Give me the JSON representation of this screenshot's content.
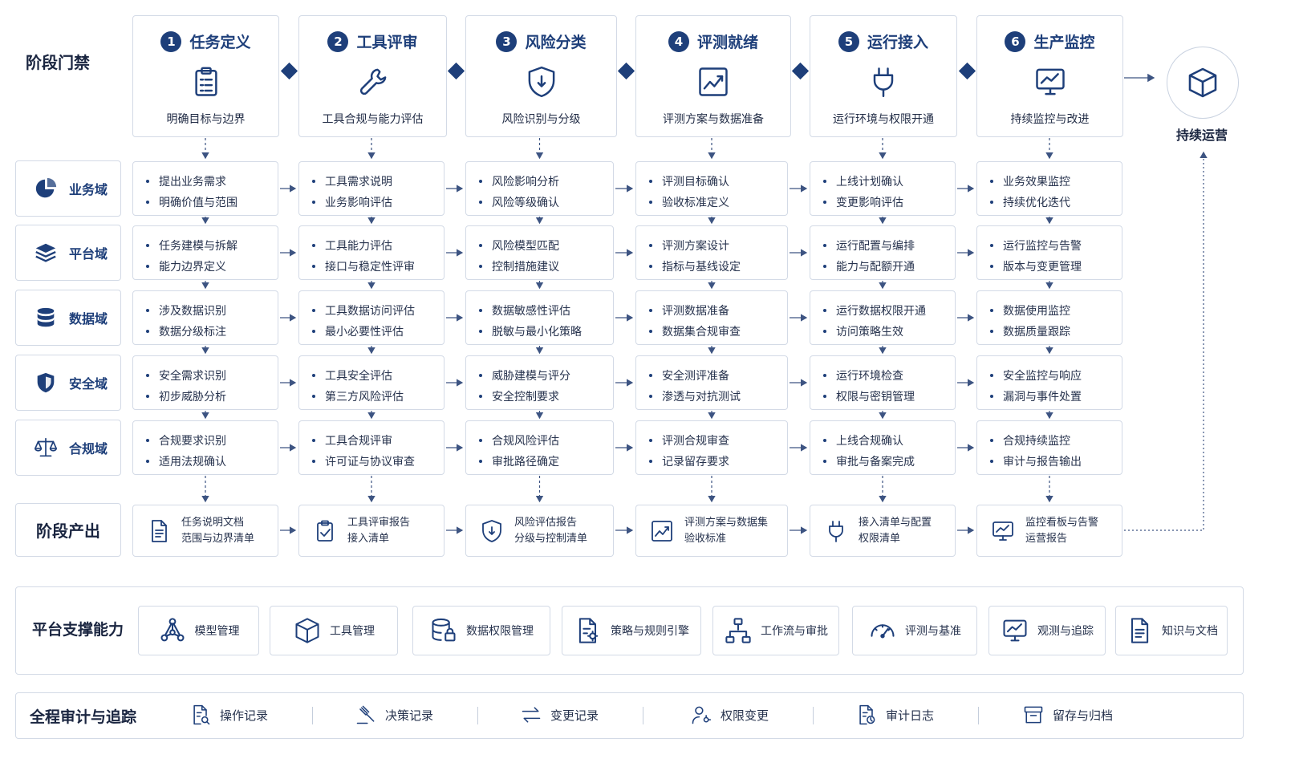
{
  "gate": {
    "label": "阶段门禁"
  },
  "stages": [
    {
      "num": "1",
      "title": "任务定义",
      "sub": "明确目标与边界",
      "icon": "clipboard-icon"
    },
    {
      "num": "2",
      "title": "工具评审",
      "sub": "工具合规与能力评估",
      "icon": "wrench-icon"
    },
    {
      "num": "3",
      "title": "风险分类",
      "sub": "风险识别与分级",
      "icon": "shield-icon"
    },
    {
      "num": "4",
      "title": "评测就绪",
      "sub": "评测方案与数据准备",
      "icon": "chart-icon"
    },
    {
      "num": "5",
      "title": "运行接入",
      "sub": "运行环境与权限开通",
      "icon": "plug-icon"
    },
    {
      "num": "6",
      "title": "生产监控",
      "sub": "持续监控与改进",
      "icon": "monitor-icon"
    }
  ],
  "ops": {
    "label": "持续运营",
    "icon": "cube-icon"
  },
  "domains": [
    {
      "label": "业务域",
      "icon": "pie-icon",
      "cells": [
        [
          "提出业务需求",
          "明确价值与范围"
        ],
        [
          "工具需求说明",
          "业务影响评估"
        ],
        [
          "风险影响分析",
          "风险等级确认"
        ],
        [
          "评测目标确认",
          "验收标准定义"
        ],
        [
          "上线计划确认",
          "变更影响评估"
        ],
        [
          "业务效果监控",
          "持续优化迭代"
        ]
      ]
    },
    {
      "label": "平台域",
      "icon": "layers-icon",
      "cells": [
        [
          "任务建模与拆解",
          "能力边界定义"
        ],
        [
          "工具能力评估",
          "接口与稳定性评审"
        ],
        [
          "风险模型匹配",
          "控制措施建议"
        ],
        [
          "评测方案设计",
          "指标与基线设定"
        ],
        [
          "运行配置与编排",
          "能力与配额开通"
        ],
        [
          "运行监控与告警",
          "版本与变更管理"
        ]
      ]
    },
    {
      "label": "数据域",
      "icon": "database-icon",
      "cells": [
        [
          "涉及数据识别",
          "数据分级标注"
        ],
        [
          "工具数据访问评估",
          "最小必要性评估"
        ],
        [
          "数据敏感性评估",
          "脱敏与最小化策略"
        ],
        [
          "评测数据准备",
          "数据集合规审查"
        ],
        [
          "运行数据权限开通",
          "访问策略生效"
        ],
        [
          "数据使用监控",
          "数据质量跟踪"
        ]
      ]
    },
    {
      "label": "安全域",
      "icon": "security-shield-icon",
      "cells": [
        [
          "安全需求识别",
          "初步威胁分析"
        ],
        [
          "工具安全评估",
          "第三方风险评估"
        ],
        [
          "威胁建模与评分",
          "安全控制要求"
        ],
        [
          "安全测评准备",
          "渗透与对抗测试"
        ],
        [
          "运行环境检查",
          "权限与密钥管理"
        ],
        [
          "安全监控与响应",
          "漏洞与事件处置"
        ]
      ]
    },
    {
      "label": "合规域",
      "icon": "scales-icon",
      "cells": [
        [
          "合规要求识别",
          "适用法规确认"
        ],
        [
          "工具合规评审",
          "许可证与协议审查"
        ],
        [
          "合规风险评估",
          "审批路径确定"
        ],
        [
          "评测合规审查",
          "记录留存要求"
        ],
        [
          "上线合规确认",
          "审批与备案完成"
        ],
        [
          "合规持续监控",
          "审计与报告输出"
        ]
      ]
    }
  ],
  "outputs": {
    "label": "阶段产出",
    "items": [
      {
        "l1": "任务说明文档",
        "l2": "范围与边界清单",
        "icon": "document-icon"
      },
      {
        "l1": "工具评审报告",
        "l2": "接入清单",
        "icon": "clipboard-check-icon"
      },
      {
        "l1": "风险评估报告",
        "l2": "分级与控制清单",
        "icon": "shield-icon"
      },
      {
        "l1": "评测方案与数据集",
        "l2": "验收标准",
        "icon": "chart-icon"
      },
      {
        "l1": "接入清单与配置",
        "l2": "权限清单",
        "icon": "plug-icon"
      },
      {
        "l1": "监控看板与告警",
        "l2": "运营报告",
        "icon": "monitor-icon"
      }
    ]
  },
  "platform": {
    "label": "平台支撑能力",
    "items": [
      {
        "label": "模型管理",
        "icon": "model-icon"
      },
      {
        "label": "工具管理",
        "icon": "cube-icon"
      },
      {
        "label": "数据权限管理",
        "icon": "database-lock-icon"
      },
      {
        "label": "策略与规则引擎",
        "icon": "policy-icon"
      },
      {
        "label": "工作流与审批",
        "icon": "workflow-icon"
      },
      {
        "label": "评测与基准",
        "icon": "gauge-icon"
      },
      {
        "label": "观测与追踪",
        "icon": "monitor-icon"
      },
      {
        "label": "知识与文档",
        "icon": "document-icon"
      }
    ]
  },
  "audit": {
    "label": "全程审计与追踪",
    "items": [
      {
        "label": "操作记录",
        "icon": "doc-search-icon"
      },
      {
        "label": "决策记录",
        "icon": "gavel-icon"
      },
      {
        "label": "变更记录",
        "icon": "swap-icon"
      },
      {
        "label": "权限变更",
        "icon": "user-key-icon"
      },
      {
        "label": "审计日志",
        "icon": "log-icon"
      },
      {
        "label": "留存与归档",
        "icon": "archive-icon"
      }
    ]
  },
  "colors": {
    "primary": "#1e3f7a",
    "border": "#d3dae6",
    "text": "#26324d"
  }
}
